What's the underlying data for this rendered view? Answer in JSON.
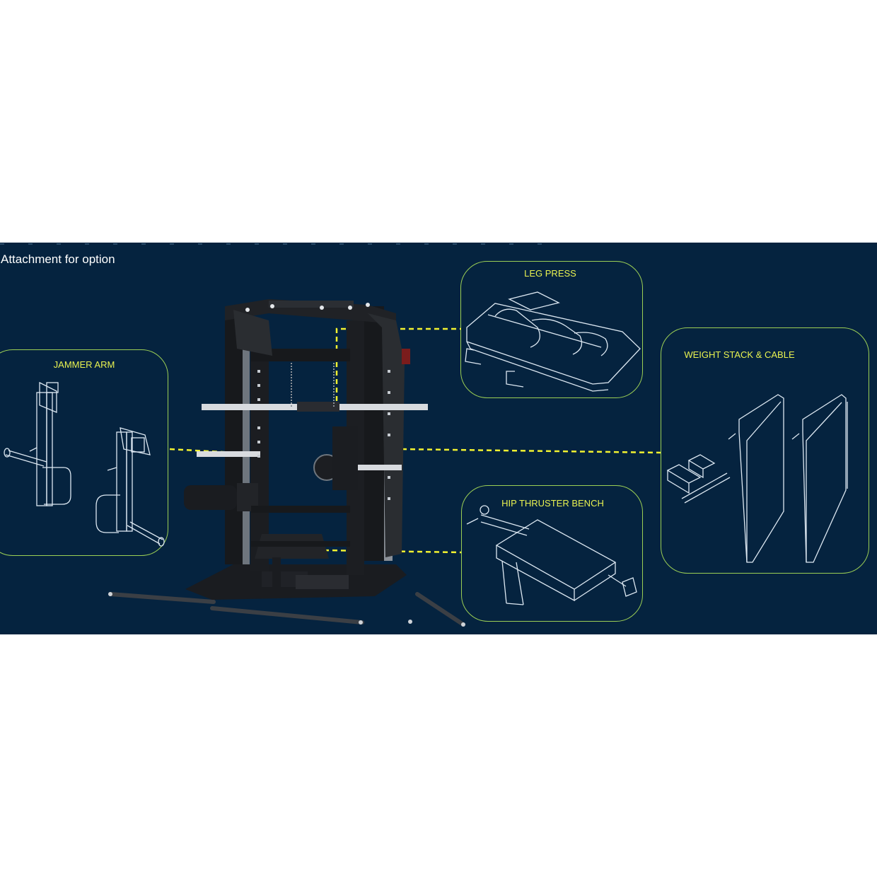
{
  "header": {
    "title": "Attachment for option"
  },
  "callouts": [
    {
      "id": "jammer",
      "label": "JAMMER ARM"
    },
    {
      "id": "legpress",
      "label": "LEG PRESS"
    },
    {
      "id": "weightstack",
      "label": "WEIGHT STACK & CABLE"
    },
    {
      "id": "hipthruster",
      "label": "HIP THRUSTER BENCH"
    }
  ],
  "colors": {
    "background": "#05233f",
    "panel_border": "#9ccf55",
    "label": "#e9f250",
    "connector": "#f2f230",
    "line_art": "#dde8f2"
  }
}
